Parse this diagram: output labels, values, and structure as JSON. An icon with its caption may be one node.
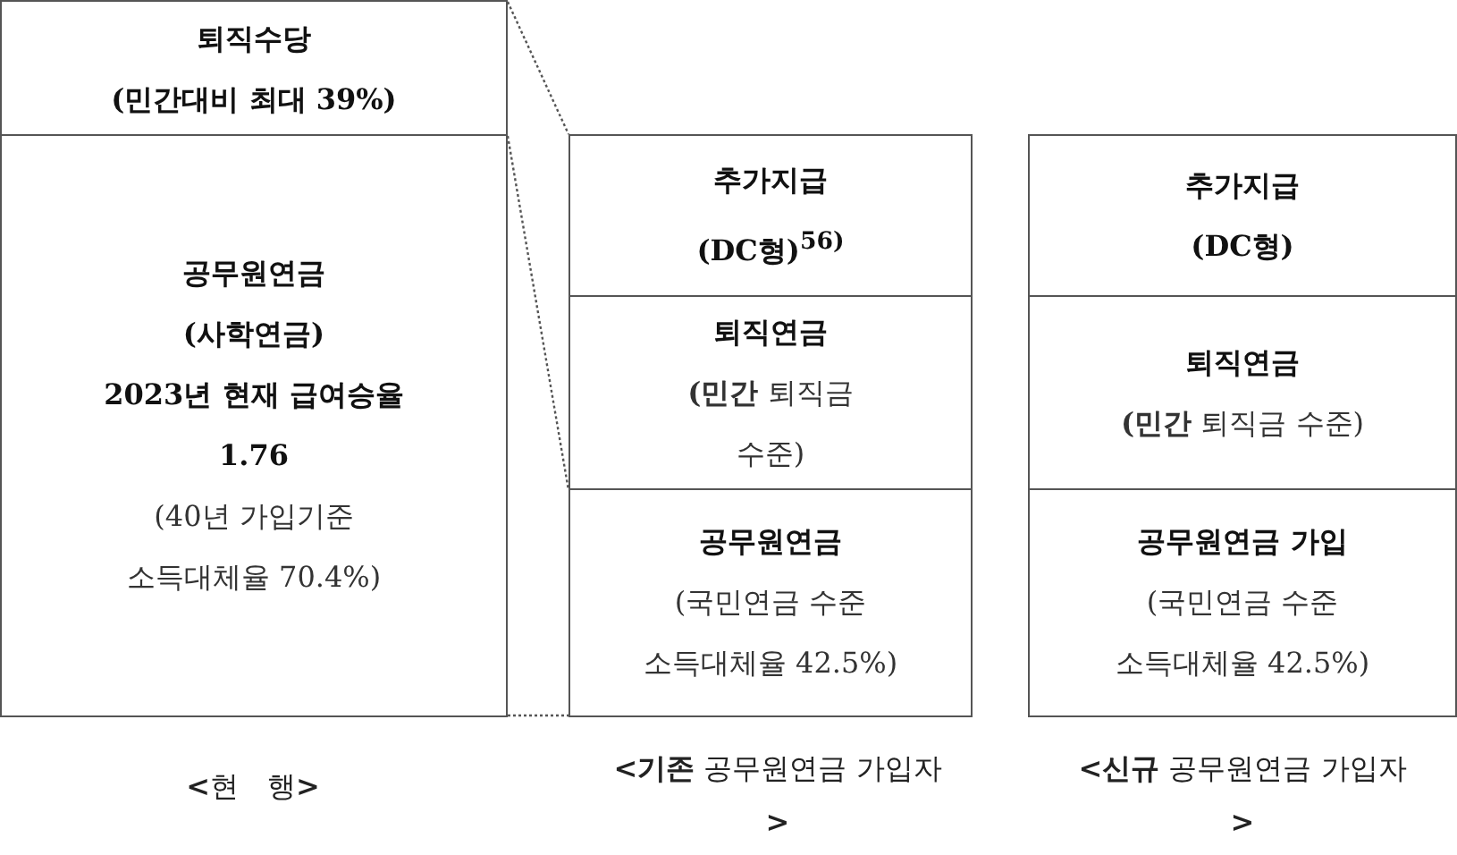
{
  "diagram": {
    "nodes": [
      {
        "text": [
          "퇴직수당",
          "(민간대비 최대 39%)"
        ]
      },
      {
        "text": [
          "공무원연금",
          "(사학연금)",
          "2023년 현재 급여승율",
          "1.76",
          "(40년 가입기준 소득대체율 70.4%)"
        ]
      },
      {
        "text": [
          "추가지급",
          "(DC형)$^{56)}$"
        ]
      },
      {
        "text": [
          "퇴직연금",
          "**(민간** 퇴직금 수준)"
        ]
      },
      {
        "text": [
          "공무원연금",
          "(국민연금 수준 소득대체율 42.5%)"
        ]
      },
      {
        "text": [
          "추가지급",
          "(DC형)"
        ]
      },
      {
        "text": [
          "퇴직연금",
          "**(민간** 퇴직금 수준)"
        ]
      },
      {
        "text": [
          "공무원연금 가입",
          "(국민연금 수준 소득대체율 42.5%)"
        ]
      }
    ],
    "edges": [
      {
        "from": 0,
        "to": 2,
        "arrow": "none",
        "style": "dashed"
      },
      {
        "from": 0,
        "to": 3,
        "arrow": "none",
        "style": "dashed"
      },
      {
        "from": 1,
        "to": 4,
        "arrow": "none",
        "style": "dashed"
      }
    ],
    "labels": [
      "**<**현　행**>**",
      "**<기존** 공무원연금 가입자**>**",
      "**<신규** 공무원연금 가입자**>**"
    ]
  }
}
